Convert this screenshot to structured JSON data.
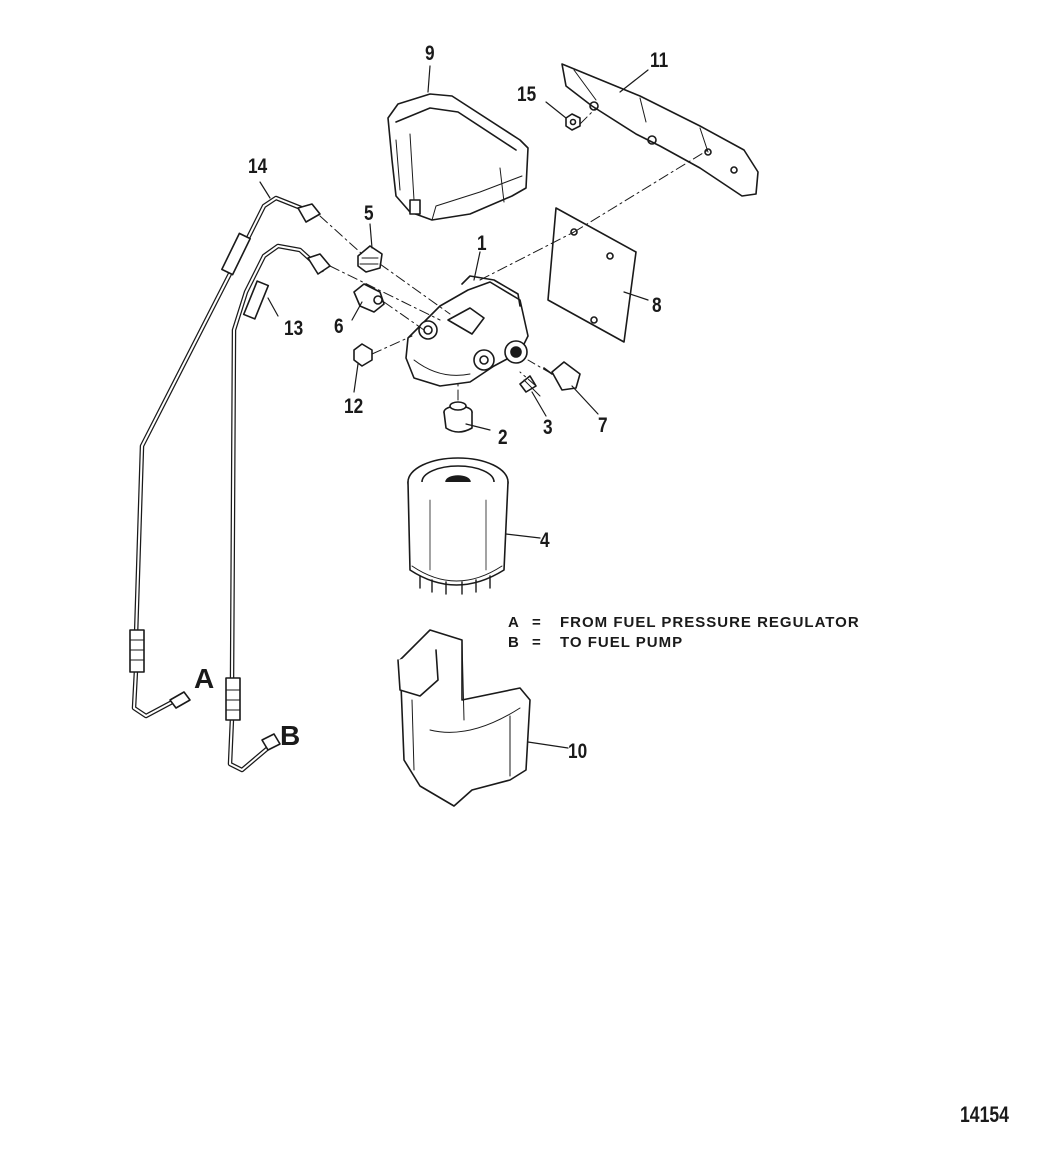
{
  "callouts": {
    "c1": "1",
    "c2": "2",
    "c3": "3",
    "c4": "4",
    "c5": "5",
    "c6": "6",
    "c7": "7",
    "c8": "8",
    "c9": "9",
    "c10": "10",
    "c11": "11",
    "c12": "12",
    "c13": "13",
    "c14": "14",
    "c15": "15"
  },
  "line_labels": {
    "a": "A",
    "b": "B"
  },
  "legend": [
    {
      "key": "A",
      "eq": "=",
      "text": "FROM FUEL PRESSURE REGULATOR"
    },
    {
      "key": "B",
      "eq": "=",
      "text": "TO FUEL PUMP"
    }
  ],
  "figure_number": "14154",
  "colors": {
    "ink": "#1a1a1a",
    "background": "#ffffff"
  }
}
